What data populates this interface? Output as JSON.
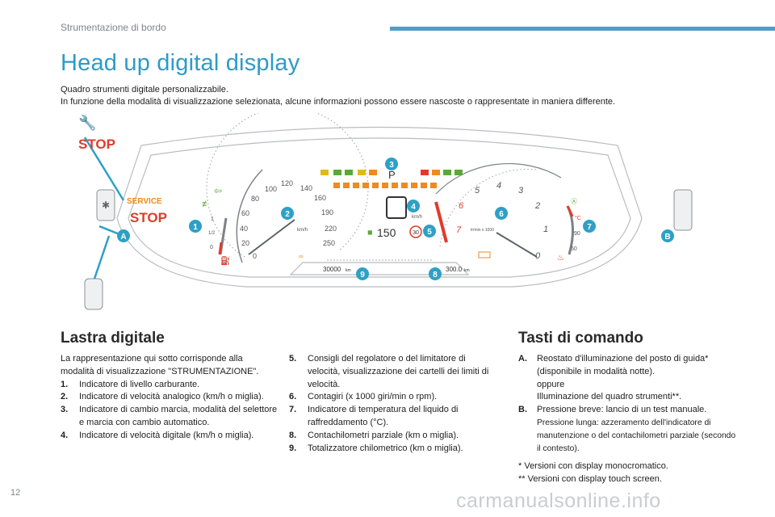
{
  "header": {
    "section": "Strumentazione di bordo"
  },
  "page_title": "Head up digital display",
  "intro": [
    "Quadro strumenti digitale personalizzabile.",
    "In funzione della modalità di visualizzazione selezionata, alcune informazioni possono essere nascoste o rappresentate in maniera differente."
  ],
  "figure": {
    "callouts": [
      "1",
      "2",
      "3",
      "4",
      "5",
      "6",
      "7",
      "8",
      "9",
      "A",
      "B"
    ],
    "stop_label": "STOP",
    "service_label": "SERVICE",
    "gear": "P",
    "speedo_ticks": [
      "0",
      "20",
      "40",
      "60",
      "80",
      "100",
      "120",
      "140",
      "160",
      "190",
      "220",
      "250"
    ],
    "speedo_unit": "km/h",
    "digital_speed": "150",
    "limit_value": "30",
    "digital_unit": "km/h",
    "tacho_ticks": [
      "7",
      "6",
      "5",
      "4",
      "3",
      "2",
      "1",
      "0"
    ],
    "tacho_unit": "tr/min x 1000",
    "temp_ticks": [
      "90",
      "50"
    ],
    "temp_unit": "°C",
    "odometer": "30000",
    "odometer_unit": "km",
    "trip": "300.0",
    "trip_unit": "km",
    "fuel_ticks": [
      "1",
      "1/2",
      "0"
    ],
    "colors": {
      "callout": "#2ea0c6",
      "dial": "#7d8187",
      "red": "#e03b2a",
      "orange": "#f08a1d",
      "green": "#5aa83c",
      "yellow": "#e3b81b"
    }
  },
  "lastra": {
    "title": "Lastra digitale",
    "intro": "La rappresentazione qui sotto corrisponde alla modalità di visualizzazione \"STRUMENTAZIONE\".",
    "items": [
      {
        "n": "1.",
        "text": "Indicatore di livello carburante."
      },
      {
        "n": "2.",
        "text": "Indicatore di velocità analogico (km/h o miglia)."
      },
      {
        "n": "3.",
        "text": "Indicatore di cambio marcia, modalità del selettore e marcia con cambio automatico."
      },
      {
        "n": "4.",
        "text": "Indicatore di velocità digitale (km/h o miglia)."
      },
      {
        "n": "5.",
        "text": "Consigli del regolatore o del limitatore di velocità, visualizzazione dei cartelli dei limiti di velocità."
      },
      {
        "n": "6.",
        "text": "Contagiri (x 1000 giri/min o rpm)."
      },
      {
        "n": "7.",
        "text": "Indicatore di temperatura del liquido di raffreddamento (°C)."
      },
      {
        "n": "8.",
        "text": "Contachilometri parziale (km o miglia)."
      },
      {
        "n": "9.",
        "text": "Totalizzatore chilometrico (km o miglia)."
      }
    ]
  },
  "tasti": {
    "title": "Tasti di comando",
    "items": [
      {
        "n": "A.",
        "lines": [
          "Reostato d'illuminazione del posto di guida* (disponibile in modalità notte).",
          "oppure",
          "Illuminazione del quadro strumenti**."
        ]
      },
      {
        "n": "B.",
        "lines": [
          "Pressione breve: lancio di un test manuale.",
          "Pressione lunga: azzeramento dell'indicatore di manutenzione o del contachilometri parziale (secondo il contesto)."
        ]
      }
    ],
    "notes": [
      "* Versioni con display monocromatico.",
      "** Versioni con display touch screen."
    ]
  },
  "page_number": "12",
  "watermark": "carmanualsonline.info"
}
